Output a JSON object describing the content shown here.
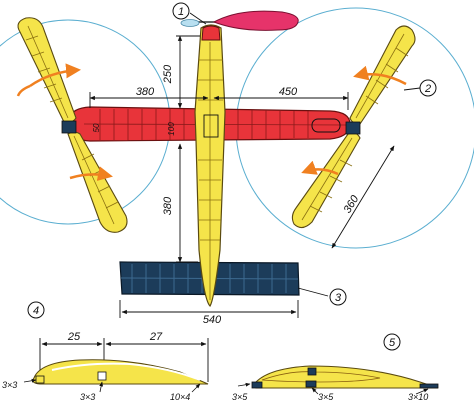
{
  "callouts": [
    "1",
    "2",
    "3",
    "4",
    "5"
  ],
  "dimensions": {
    "nose_length": "250",
    "left_span": "380",
    "right_span": "450",
    "fuselage_length": "380",
    "rotor_blade_length": "360",
    "tail_span": "540",
    "airfoil_front": "25",
    "airfoil_rear": "27"
  },
  "section_labels": {
    "spar_rear": "3×3",
    "tail_edge": "10×4",
    "leading_edge": "3×3",
    "strip_left": "3×5",
    "strip_mid": "3×5",
    "strip_right": "3×10"
  },
  "wing_markings": {
    "left_ring": "50",
    "center_ring": "100"
  },
  "colors": {
    "yellow": "#f5e44a",
    "red": "#e8343a",
    "pink": "#e6336a",
    "blue": "#1c3c5a",
    "circle": "#5aaed0",
    "orange": "#f08020"
  }
}
